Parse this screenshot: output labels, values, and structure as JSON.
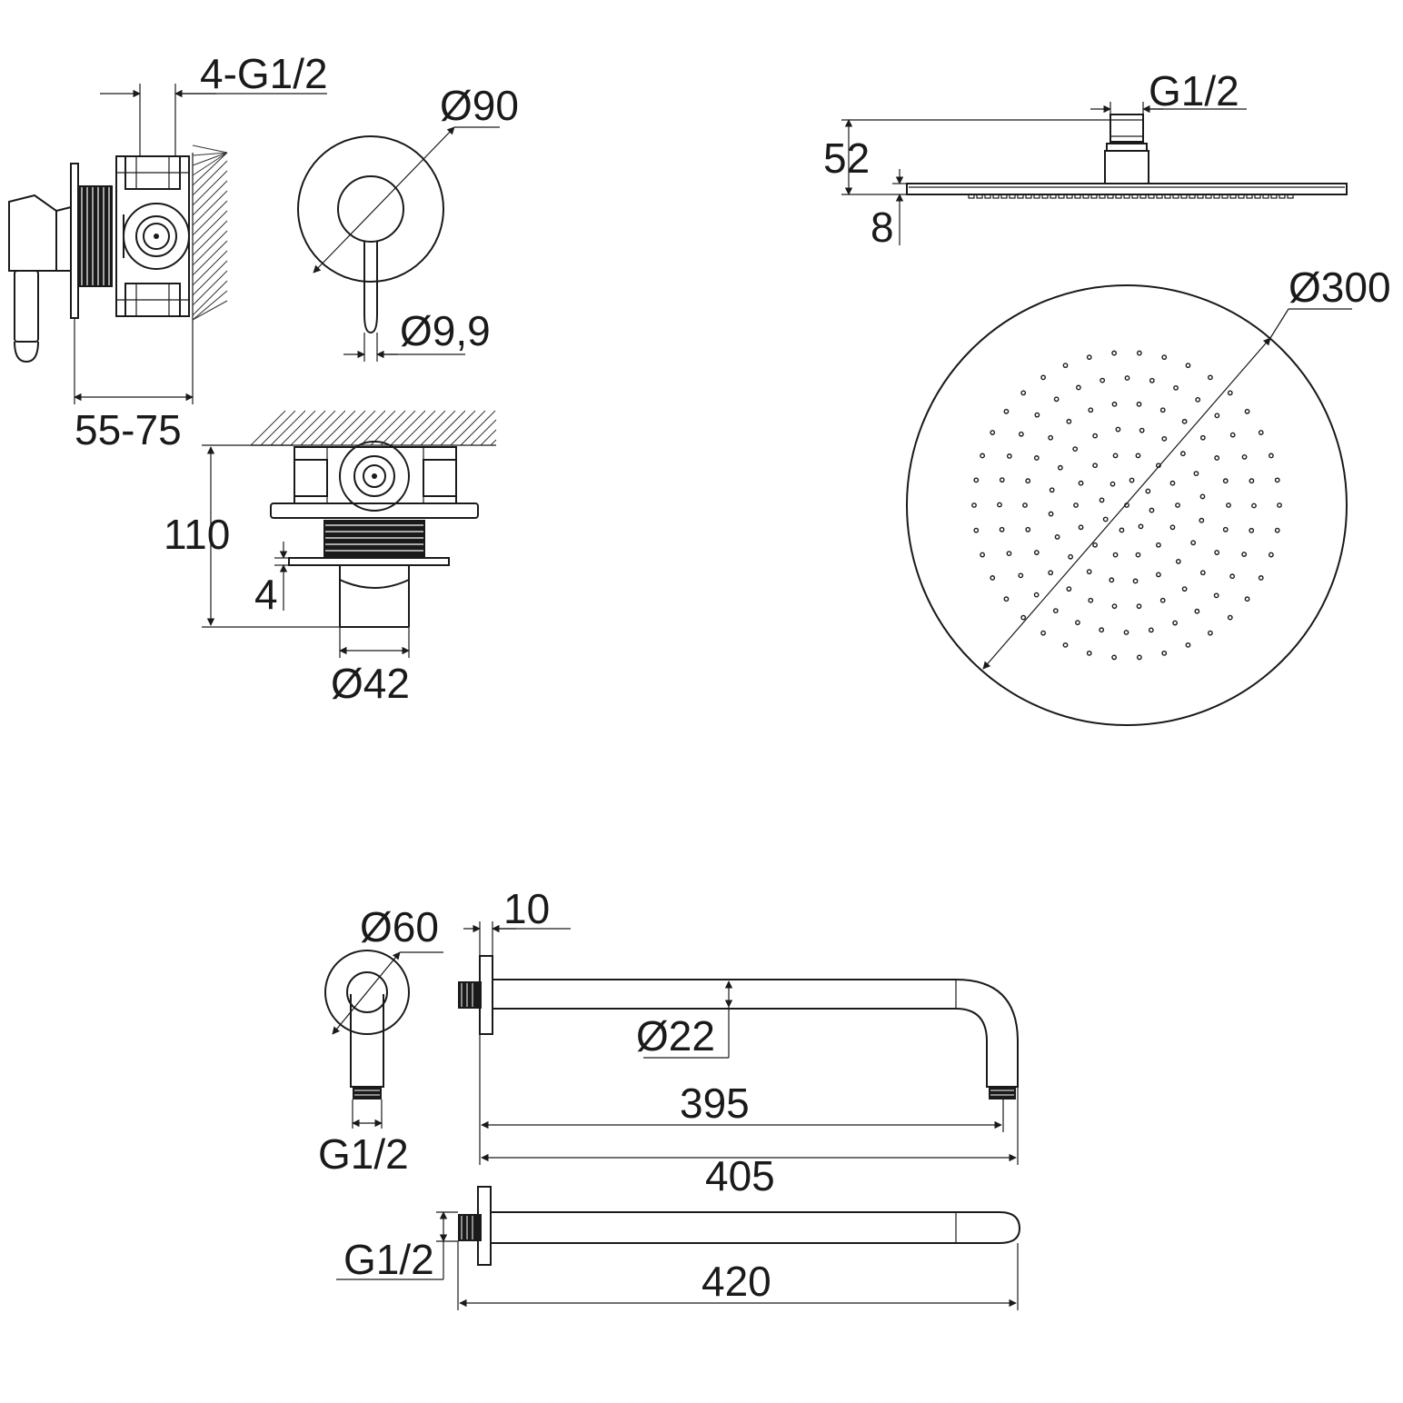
{
  "dimensions": {
    "valve_thread": "4-G1/2",
    "valve_depth": "55-75",
    "plate_diameter": "Ø90",
    "handle_diameter": "Ø9,9",
    "valve_height": "110",
    "plate_thickness": "4",
    "spout_diameter": "Ø42",
    "head_thread": "G1/2",
    "head_height": "52",
    "head_thickness": "8",
    "head_diameter": "Ø300",
    "flange_diameter": "Ø60",
    "flange_thickness": "10",
    "arm_diameter": "Ø22",
    "arm_thread": "G1/2",
    "arm_reach_inner": "395",
    "arm_reach_outer": "405",
    "straight_thread": "G1/2",
    "straight_length": "420"
  }
}
